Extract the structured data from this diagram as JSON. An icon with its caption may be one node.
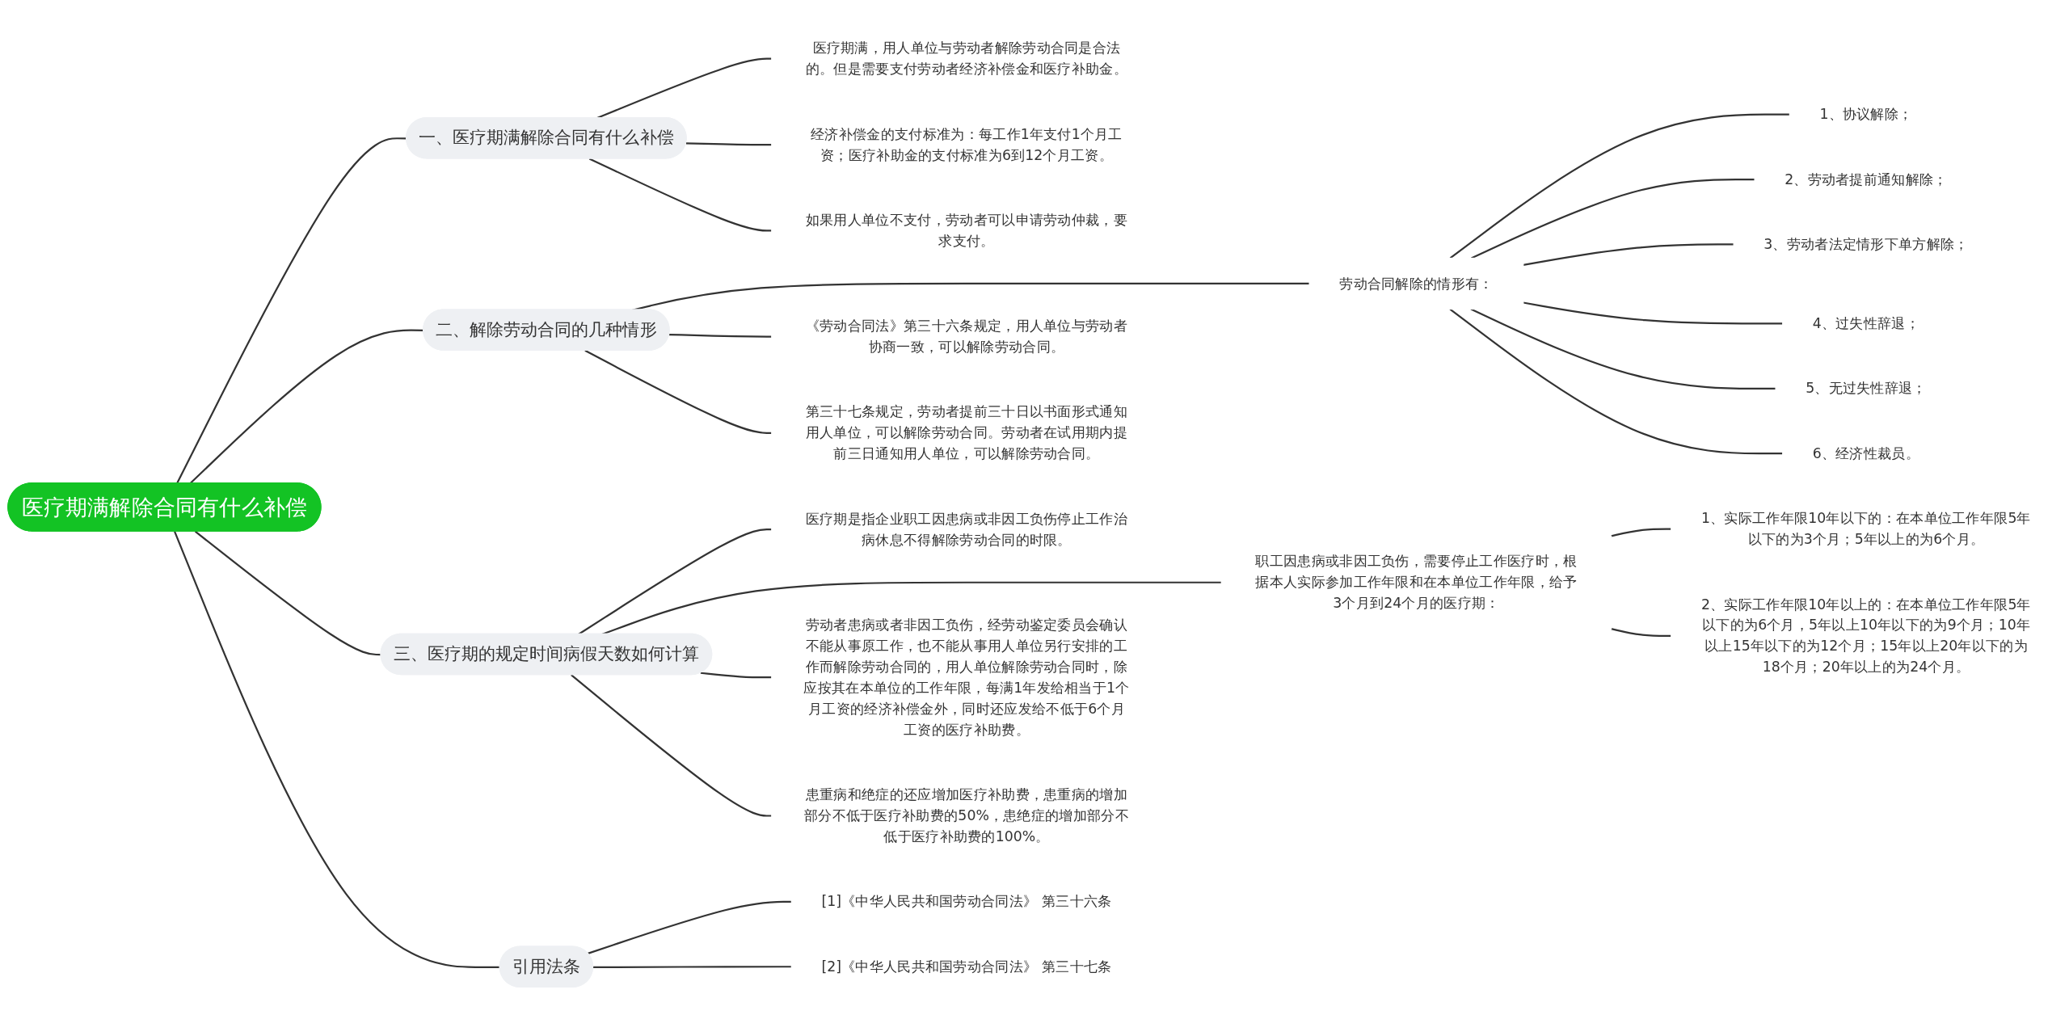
{
  "diagram": {
    "nodes": [
      {
        "text": [
          "医疗期满解除合同有什么补偿"
        ]
      },
      {
        "text": [
          "一、医疗期满解除合同有什么补偿"
        ]
      },
      {
        "text": [
          "医疗期满，用人单位与劳动者解除劳动合同是合法的。但是需要支付劳动者经济补偿金和医疗补助金。"
        ]
      },
      {
        "text": [
          "经济补偿金的支付标准为：每工作1年支付1个月工资；医疗补助金的支付标准为6到12个月工资。"
        ]
      },
      {
        "text": [
          "如果用人单位不支付，劳动者可以申请劳动仲裁，要求支付。"
        ]
      },
      {
        "text": [
          "二、解除劳动合同的几种情形"
        ]
      },
      {
        "text": [
          "劳动合同解除的情形有："
        ]
      },
      {
        "text": [
          "1、协议解除；"
        ]
      },
      {
        "text": [
          "2、劳动者提前通知解除；"
        ]
      },
      {
        "text": [
          "3、劳动者法定情形下单方解除；"
        ]
      },
      {
        "text": [
          "4、过失性辞退；"
        ]
      },
      {
        "text": [
          "5、无过失性辞退；"
        ]
      },
      {
        "text": [
          "6、经济性裁员。"
        ]
      },
      {
        "text": [
          "《劳动合同法》第三十六条规定，用人单位与劳动者协商一致，可以解除劳动合同。"
        ]
      },
      {
        "text": [
          "第三十七条规定，劳动者提前三十日以书面形式通知用人单位，可以解除劳动合同。劳动者在试用期内提前三日通知用人单位，可以解除劳动合同。"
        ]
      },
      {
        "text": [
          "三、医疗期的规定时间病假天数如何计算"
        ]
      },
      {
        "text": [
          "医疗期是指企业职工因患病或非因工负伤停止工作治病休息不得解除劳动合同的时限。"
        ]
      },
      {
        "text": [
          "职工因患病或非因工负伤，需要停止工作医疗时，根据本人实际参加工作年限和在本单位工作年限，给予3个月到24个月的医疗期："
        ]
      },
      {
        "text": [
          "1、实际工作年限10年以下的：在本单位工作年限5年以下的为3个月；5年以上的为6个月。"
        ]
      },
      {
        "text": [
          "2、实际工作年限10年以上的：在本单位工作年限5年以下的为6个月，5年以上10年以下的为9个月；10年以上15年以下的为12个月；15年以上20年以下的为18个月；20年以上的为24个月。"
        ]
      },
      {
        "text": [
          "劳动者患病或者非因工负伤，经劳动鉴定委员会确认不能从事原工作，也不能从事用人单位另行安排的工作而解除劳动合同的，用人单位解除劳动合同时，除应按其在本单位的工作年限，每满1年发给相当于1个月工资的经济补偿金外，同时还应发给不低于6个月工资的医疗补助费。"
        ]
      },
      {
        "text": [
          "患重病和绝症的还应增加医疗补助费，患重病的增加部分不低于医疗补助费的50%，患绝症的增加部分不低于医疗补助费的100%。"
        ]
      },
      {
        "text": [
          "引用法条"
        ]
      },
      {
        "text": [
          "[1]《中华人民共和国劳动合同法》 第三十六条"
        ]
      },
      {
        "text": [
          "[2]《中华人民共和国劳动合同法》 第三十七条"
        ]
      }
    ],
    "edges": [
      {
        "from": 0,
        "to": 1,
        "arrow": "none"
      },
      {
        "from": 1,
        "to": 2,
        "arrow": "none"
      },
      {
        "from": 1,
        "to": 3,
        "arrow": "none"
      },
      {
        "from": 1,
        "to": 4,
        "arrow": "none"
      },
      {
        "from": 0,
        "to": 5,
        "arrow": "none"
      },
      {
        "from": 5,
        "to": 6,
        "arrow": "none"
      },
      {
        "from": 6,
        "to": 7,
        "arrow": "none"
      },
      {
        "from": 6,
        "to": 8,
        "arrow": "none"
      },
      {
        "from": 6,
        "to": 9,
        "arrow": "none"
      },
      {
        "from": 6,
        "to": 10,
        "arrow": "none"
      },
      {
        "from": 6,
        "to": 11,
        "arrow": "none"
      },
      {
        "from": 6,
        "to": 12,
        "arrow": "none"
      },
      {
        "from": 5,
        "to": 13,
        "arrow": "none"
      },
      {
        "from": 5,
        "to": 14,
        "arrow": "none"
      },
      {
        "from": 0,
        "to": 15,
        "arrow": "none"
      },
      {
        "from": 15,
        "to": 16,
        "arrow": "none"
      },
      {
        "from": 15,
        "to": 17,
        "arrow": "none"
      },
      {
        "from": 17,
        "to": 18,
        "arrow": "none"
      },
      {
        "from": 17,
        "to": 19,
        "arrow": "none"
      },
      {
        "from": 15,
        "to": 20,
        "arrow": "none"
      },
      {
        "from": 15,
        "to": 21,
        "arrow": "none"
      },
      {
        "from": 0,
        "to": 22,
        "arrow": "none"
      },
      {
        "from": 22,
        "to": 23,
        "arrow": "none"
      },
      {
        "from": 22,
        "to": 24,
        "arrow": "none"
      }
    ]
  }
}
